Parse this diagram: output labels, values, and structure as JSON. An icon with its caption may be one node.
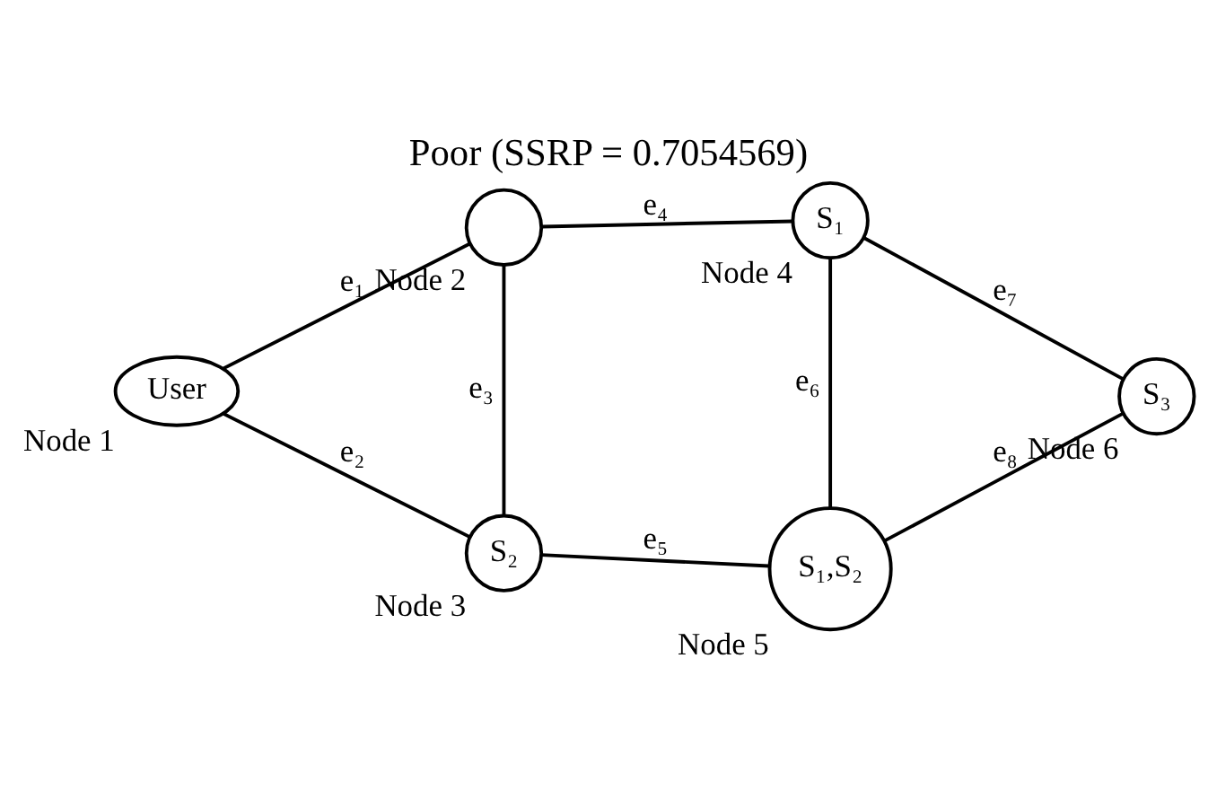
{
  "diagram": {
    "title": "Poor (SSRP = 0.7054569)",
    "nodes": [
      {
        "text": [
          "User"
        ],
        "beside": [
          "Node 1"
        ]
      },
      {
        "text": [],
        "shape": "circle",
        "beside": [
          "Node 2"
        ]
      },
      {
        "text": [
          "S₂"
        ],
        "beside": [
          "Node 3"
        ]
      },
      {
        "text": [
          "S₁"
        ],
        "beside": [
          "Node 4"
        ]
      },
      {
        "text": [
          "S₁,S₂"
        ],
        "beside": [
          "Node 5"
        ]
      },
      {
        "text": [
          "S₃"
        ],
        "beside": [
          "Node 6"
        ]
      }
    ],
    "edges": [
      {
        "from": 0,
        "to": 1,
        "arrow": "none",
        "label": "e₁"
      },
      {
        "from": 0,
        "to": 2,
        "arrow": "none",
        "label": "e₂"
      },
      {
        "from": 1,
        "to": 2,
        "arrow": "none",
        "label": "e₃"
      },
      {
        "from": 1,
        "to": 3,
        "arrow": "none",
        "label": "e₄"
      },
      {
        "from": 2,
        "to": 4,
        "arrow": "none",
        "label": "e₅"
      },
      {
        "from": 3,
        "to": 4,
        "arrow": "none",
        "label": "e₆"
      },
      {
        "from": 3,
        "to": 5,
        "arrow": "none",
        "label": "e₇"
      },
      {
        "from": 4,
        "to": 5,
        "arrow": "none",
        "label": "e₈"
      }
    ]
  }
}
